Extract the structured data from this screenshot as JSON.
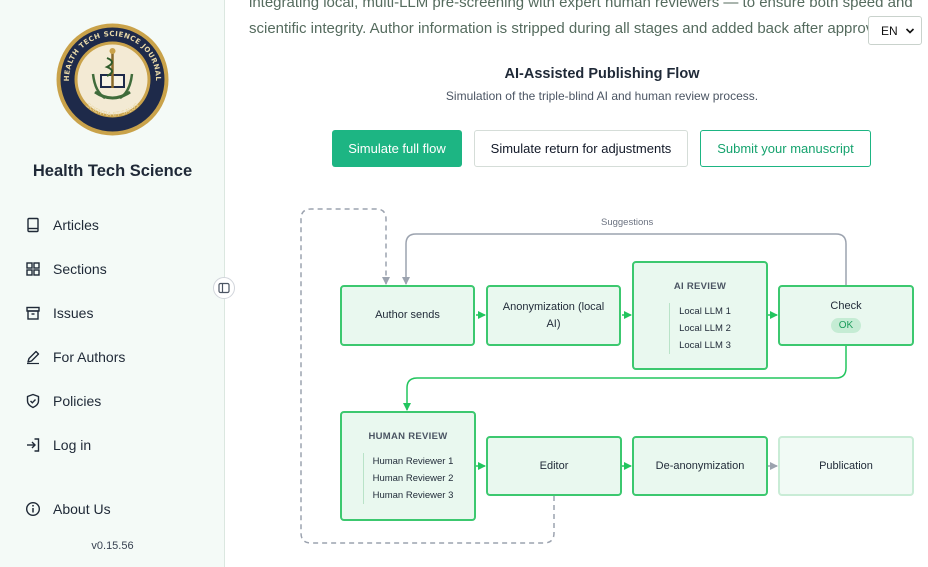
{
  "app": {
    "brand": "Health Tech Science",
    "version": "v0.15.56",
    "logo_text": "HEALTH TECH SCIENCE JOURNAL · SCIENTIA ET SALUS"
  },
  "sidebar": {
    "items": [
      {
        "label": "Articles",
        "icon": "book-icon"
      },
      {
        "label": "Sections",
        "icon": "grid-icon"
      },
      {
        "label": "Issues",
        "icon": "archive-icon"
      },
      {
        "label": "For Authors",
        "icon": "pen-icon"
      },
      {
        "label": "Policies",
        "icon": "shield-icon"
      },
      {
        "label": "Log in",
        "icon": "login-icon"
      },
      {
        "label": "About Us",
        "icon": "info-icon"
      }
    ]
  },
  "intro": {
    "line1": "integrating local, multi-LLM pre-screening with expert human reviewers — to ensure both speed and",
    "line2": "scientific integrity. Author information is stripped during all stages and added back after approval."
  },
  "language": {
    "selected": "EN"
  },
  "flow": {
    "title": "AI-Assisted Publishing Flow",
    "subtitle": "Simulation of the triple-blind AI and human review process.",
    "buttons": {
      "simulate_full": "Simulate full flow",
      "simulate_return": "Simulate return for adjustments",
      "submit": "Submit your manuscript"
    },
    "suggestions_label": "Suggestions",
    "nodes": {
      "author": "Author sends",
      "anonymization": "Anonymization (local AI)",
      "ai_review": {
        "title": "AI REVIEW",
        "items": [
          "Local LLM 1",
          "Local LLM 2",
          "Local LLM 3"
        ]
      },
      "check": "Check",
      "check_badge": "OK",
      "human_review": {
        "title": "HUMAN REVIEW",
        "items": [
          "Human Reviewer 1",
          "Human Reviewer 2",
          "Human Reviewer 3"
        ]
      },
      "editor": "Editor",
      "deanonymization": "De-anonymization",
      "publication": "Publication"
    }
  },
  "colors": {
    "accent": "#1db583",
    "node_border": "#3cc86f",
    "node_fill": "#e9f8ef",
    "sidebar_bg": "#f4faf7"
  }
}
